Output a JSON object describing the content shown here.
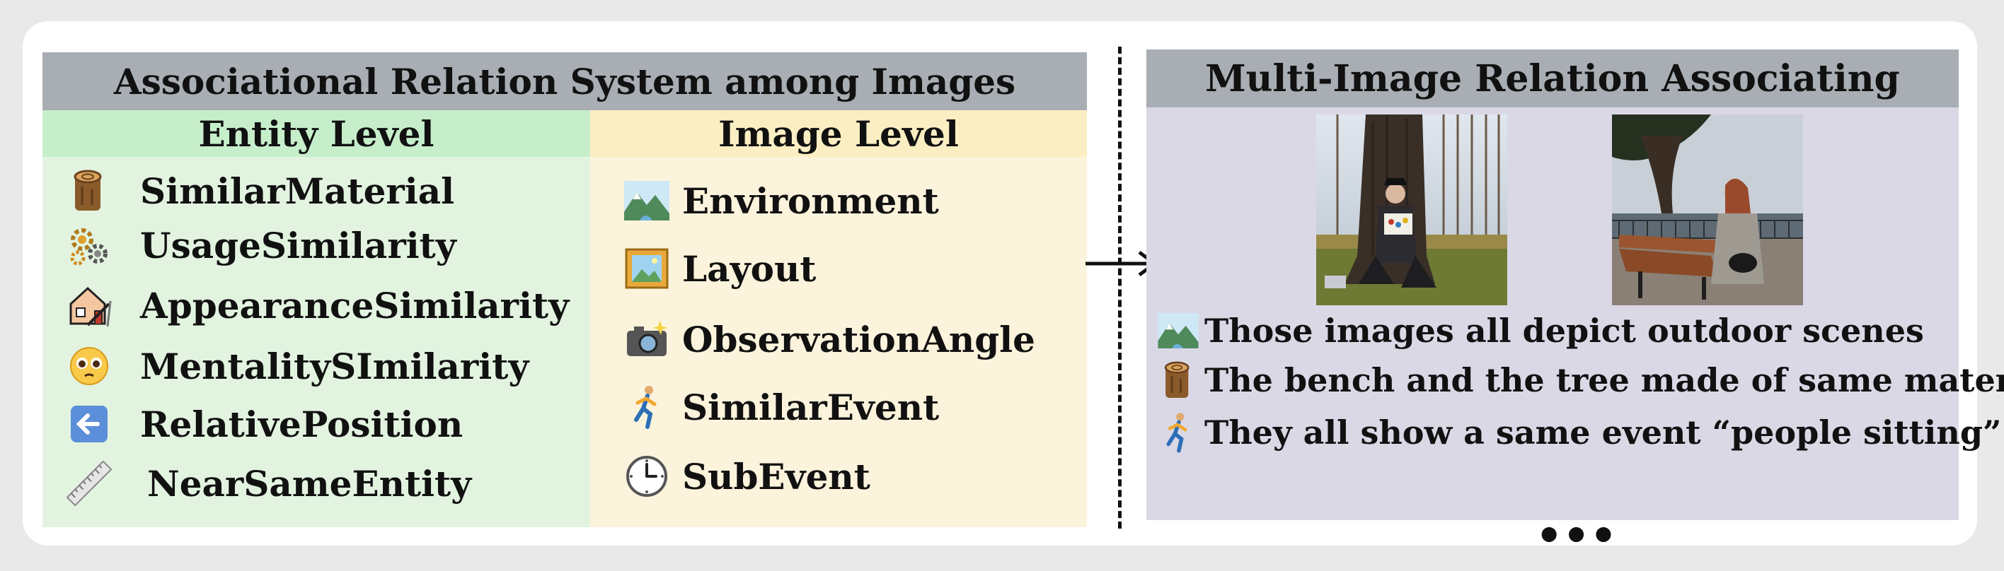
{
  "left_panel": {
    "title": "Associational Relation System among Images",
    "entity_level": {
      "heading": "Entity Level",
      "items": [
        {
          "icon": "wood-log-icon",
          "label": "SimilarMaterial"
        },
        {
          "icon": "gears-icon",
          "label": "UsageSimilarity"
        },
        {
          "icon": "house-design-icon",
          "label": "AppearanceSimilarity"
        },
        {
          "icon": "pleading-face-icon",
          "label": "MentalitySImilarity"
        },
        {
          "icon": "left-arrow-icon",
          "label": "RelativePosition"
        },
        {
          "icon": "ruler-icon",
          "label": "NearSameEntity"
        }
      ]
    },
    "image_level": {
      "heading": "Image Level",
      "items": [
        {
          "icon": "landscape-icon",
          "label": "Environment"
        },
        {
          "icon": "framed-picture-icon",
          "label": "Layout"
        },
        {
          "icon": "camera-flash-icon",
          "label": "ObservationAngle"
        },
        {
          "icon": "runner-icon",
          "label": "SimilarEvent"
        },
        {
          "icon": "clock-icon",
          "label": "SubEvent"
        }
      ]
    }
  },
  "right_panel": {
    "title": "Multi-Image Relation Associating",
    "images": [
      {
        "name": "photo-person-under-tree",
        "description_icon": "photo"
      },
      {
        "name": "photo-woman-on-bench",
        "description_icon": "photo"
      }
    ],
    "sentences": [
      {
        "icon": "landscape-icon",
        "text": "Those images all depict outdoor scenes"
      },
      {
        "icon": "wood-log-icon",
        "text": "The bench and the tree made of same material"
      },
      {
        "icon": "runner-icon",
        "text": "They all show a same event “people sitting”"
      }
    ],
    "ellipsis": "•••"
  },
  "colors": {
    "title_bar": "#a9aeb4",
    "entity_header": "#c7eecb",
    "entity_body": "#e2f4e0",
    "image_header": "#fbeec3",
    "image_body": "#fcf3dc",
    "right_body": "#dbd8e6"
  }
}
